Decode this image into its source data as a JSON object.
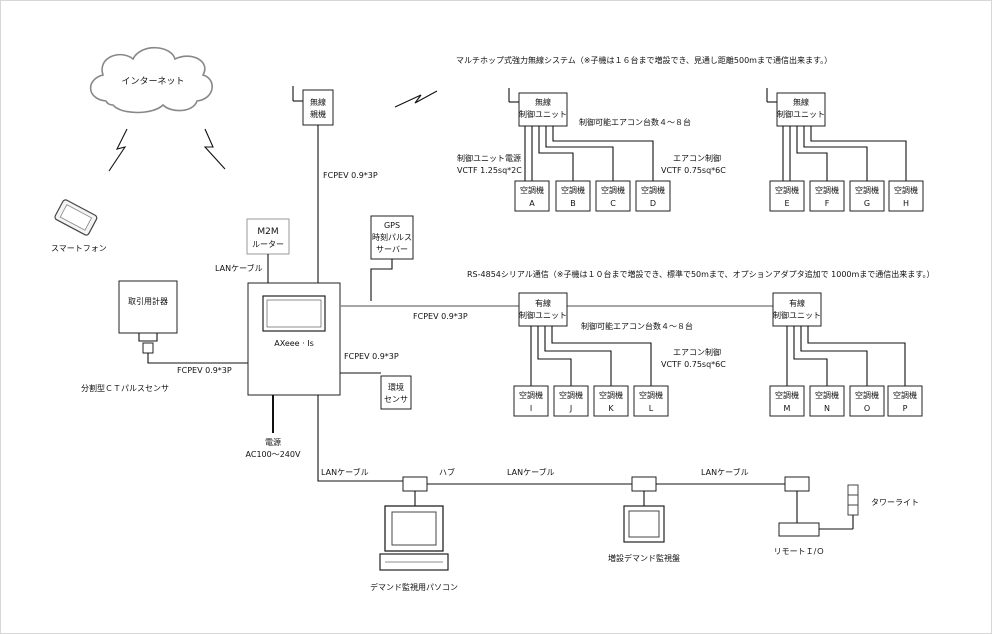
{
  "cloud": {
    "label": "インターネット"
  },
  "smartphone": {
    "label": "スマートフォン"
  },
  "wireless_parent": {
    "label_1": "無線",
    "label_2": "親機"
  },
  "m2m_router": {
    "label_1": "M2M",
    "label_2": "ルーター"
  },
  "gps": {
    "label_1": "GPS",
    "label_2": "時刻パルス",
    "label_3": "サーバー"
  },
  "meter": {
    "label": "取引用計器"
  },
  "ct_sensor": {
    "label": "分割型ＣＴパルスセンサ"
  },
  "axeee": {
    "label": "AXeee · Is"
  },
  "env_sensor": {
    "label_1": "環境",
    "label_2": "センサ"
  },
  "power": {
    "label_1": "電源",
    "label_2": "AC100～240V"
  },
  "cables": {
    "fcpev_wireless": "FCPEV 0.9*3P",
    "lan_router": "LANケーブル",
    "fcpev_main": "FCPEV 0.9*3P",
    "fcpev_meter": "FCPEV 0.9*3P",
    "fcpev_env": "FCPEV 0.9*3P",
    "lan_1": "LANケーブル",
    "hub": "ハブ",
    "lan_2": "LANケーブル",
    "lan_3": "LANケーブル"
  },
  "wireless_system": {
    "title": "マルチホップ式強力無線システム（※子機は１６台まで増設でき、見通し距離500mまで通信出来ます。）",
    "unit_label_1": "無線",
    "unit_label_2": "制御ユニット",
    "capacity": "制御可能エアコン台数４～８台",
    "power_label": "制御ユニット電源",
    "power_spec": "VCTF 1.25sq*2C",
    "ac_label": "エアコン制御",
    "ac_spec": "VCTF 0.75sq*6C",
    "units": [
      {
        "label": "空調機",
        "id": "A"
      },
      {
        "label": "空調機",
        "id": "B"
      },
      {
        "label": "空調機",
        "id": "C"
      },
      {
        "label": "空調機",
        "id": "D"
      },
      {
        "label": "空調機",
        "id": "E"
      },
      {
        "label": "空調機",
        "id": "F"
      },
      {
        "label": "空調機",
        "id": "G"
      },
      {
        "label": "空調機",
        "id": "H"
      }
    ]
  },
  "wired_system": {
    "title": "RS-4854シリアル通信（※子機は１０台まで増設でき、標準で50mまで、オプションアダプタ追加で 1000mまで通信出来ます。）",
    "unit_label_1": "有線",
    "unit_label_2": "制御ユニット",
    "capacity": "制御可能エアコン台数４～８台",
    "ac_label": "エアコン制御",
    "ac_spec": "VCTF 0.75sq*6C",
    "units": [
      {
        "label": "空調機",
        "id": "I"
      },
      {
        "label": "空調機",
        "id": "J"
      },
      {
        "label": "空調機",
        "id": "K"
      },
      {
        "label": "空調機",
        "id": "L"
      },
      {
        "label": "空調機",
        "id": "M"
      },
      {
        "label": "空調機",
        "id": "N"
      },
      {
        "label": "空調機",
        "id": "O"
      },
      {
        "label": "空調機",
        "id": "P"
      }
    ]
  },
  "pc": {
    "label": "デマンド監視用パソコン"
  },
  "monitor": {
    "label": "増設デマンド監視盤"
  },
  "tower_light": {
    "label": "タワーライト"
  },
  "remote_io": {
    "label": "リモートＩ/Ｏ"
  }
}
